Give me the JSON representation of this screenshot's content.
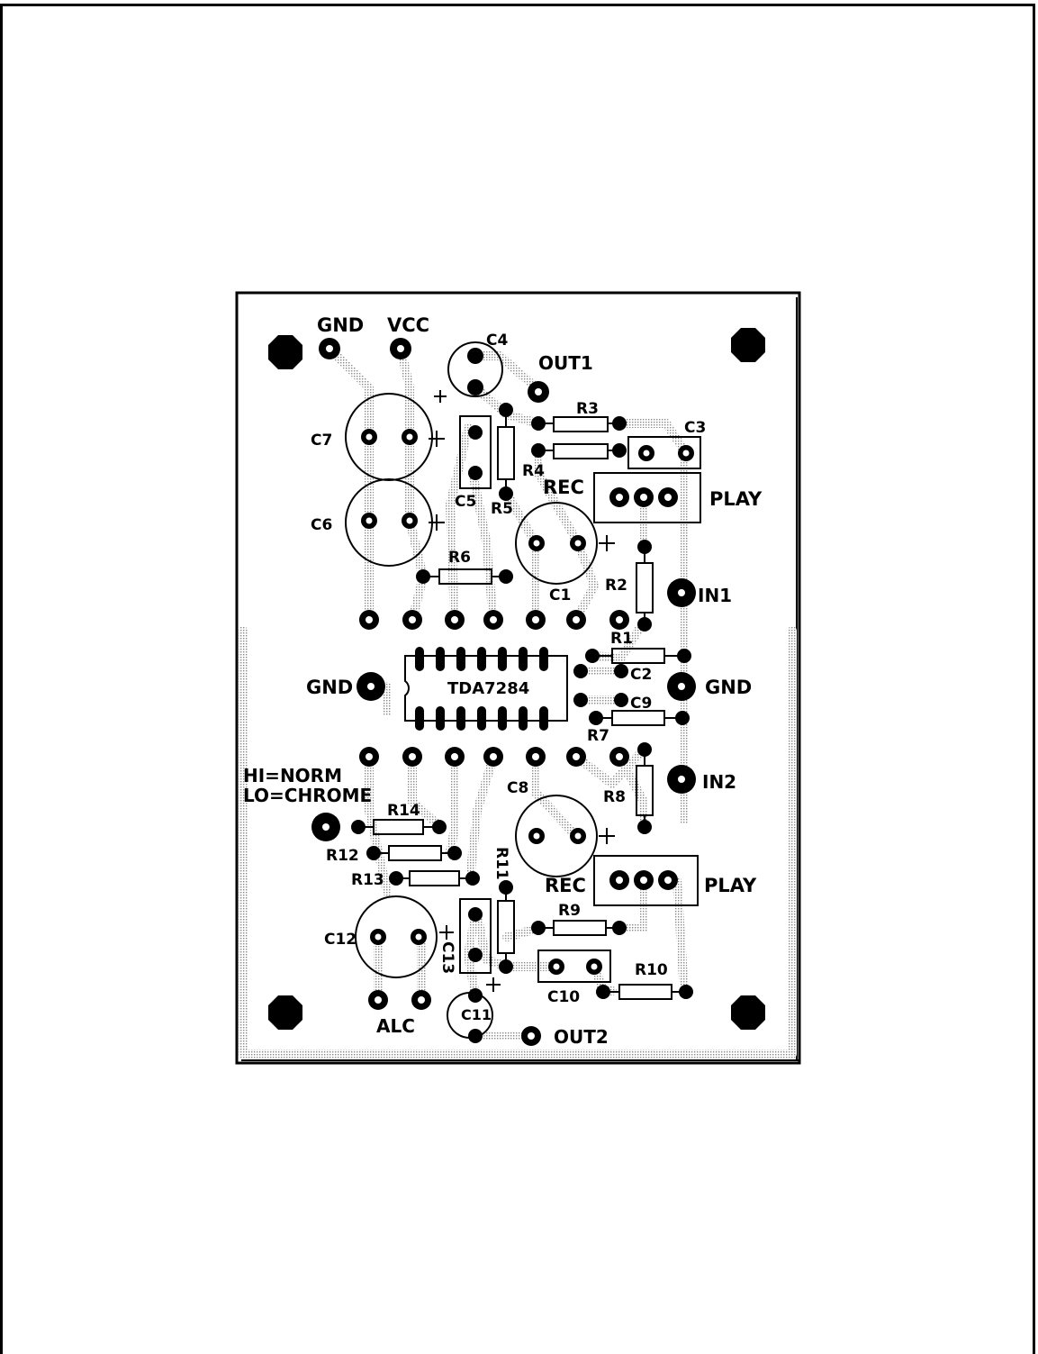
{
  "board": {
    "ic": "TDA7284",
    "note_line1": "HI=NORM",
    "note_line2": "LO=CHROME"
  },
  "connectors": {
    "gnd_top": "GND",
    "vcc": "VCC",
    "out1": "OUT1",
    "out2": "OUT2",
    "in1": "IN1",
    "in2": "IN2",
    "gnd_left": "GND",
    "gnd_right": "GND",
    "alc": "ALC",
    "rec_top": "REC",
    "play_top": "PLAY",
    "rec_bottom": "REC",
    "play_bottom": "PLAY"
  },
  "components": {
    "C1": "C1",
    "C2": "C2",
    "C3": "C3",
    "C4": "C4",
    "C5": "C5",
    "C6": "C6",
    "C7": "C7",
    "C8": "C8",
    "C9": "C9",
    "C10": "C10",
    "C11": "C11",
    "C12": "C12",
    "C13": "C13",
    "R1": "R1",
    "R2": "R2",
    "R3": "R3",
    "R4": "R4",
    "R5": "R5",
    "R6": "R6",
    "R7": "R7",
    "R8": "R8",
    "R9": "R9",
    "R10": "R10",
    "R11": "R11",
    "R12": "R12",
    "R13": "R13",
    "R14": "R14"
  },
  "polarity": {
    "plus": "+"
  }
}
